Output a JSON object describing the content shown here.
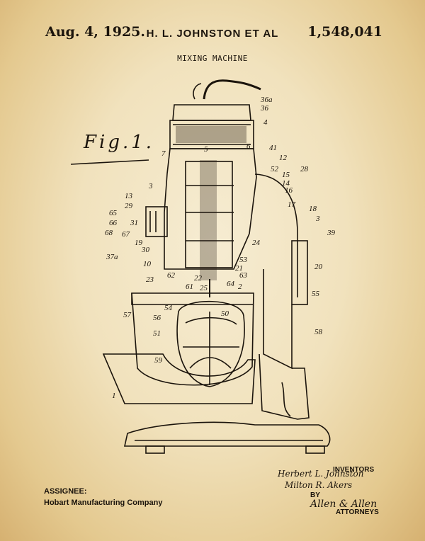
{
  "header": {
    "date": "Aug. 4, 1925.",
    "inventor": "H. L. JOHNSTON ET AL",
    "patent_number": "1,548,041"
  },
  "title": "MIXING MACHINE",
  "figure_label": "Fig.1.",
  "callouts": [
    "36a",
    "36",
    "4",
    "41",
    "5",
    "6",
    "7",
    "12",
    "52",
    "15",
    "28",
    "14",
    "3",
    "16",
    "13",
    "17",
    "29",
    "18",
    "65",
    "3",
    "66",
    "31",
    "68",
    "39",
    "67",
    "19",
    "30",
    "37a",
    "24",
    "10",
    "53",
    "20",
    "23",
    "21",
    "62",
    "22",
    "63",
    "25",
    "61",
    "64",
    "2",
    "55",
    "54",
    "50",
    "57",
    "56",
    "51",
    "58",
    "59",
    "1"
  ],
  "signatures": {
    "inventor_1": "Herbert L. Johnston",
    "inventor_2": "Milton R. Akers",
    "by": "BY",
    "attorney": "Allen & Allen"
  },
  "labels": {
    "inventors": "INVENTORS",
    "attorneys": "ATTORNEYS",
    "assignee_label": "ASSIGNEE:",
    "assignee_name": "Hobart Manufacturing Company"
  },
  "colors": {
    "ink": "#1b140c",
    "paper": "#f4e6c5"
  }
}
